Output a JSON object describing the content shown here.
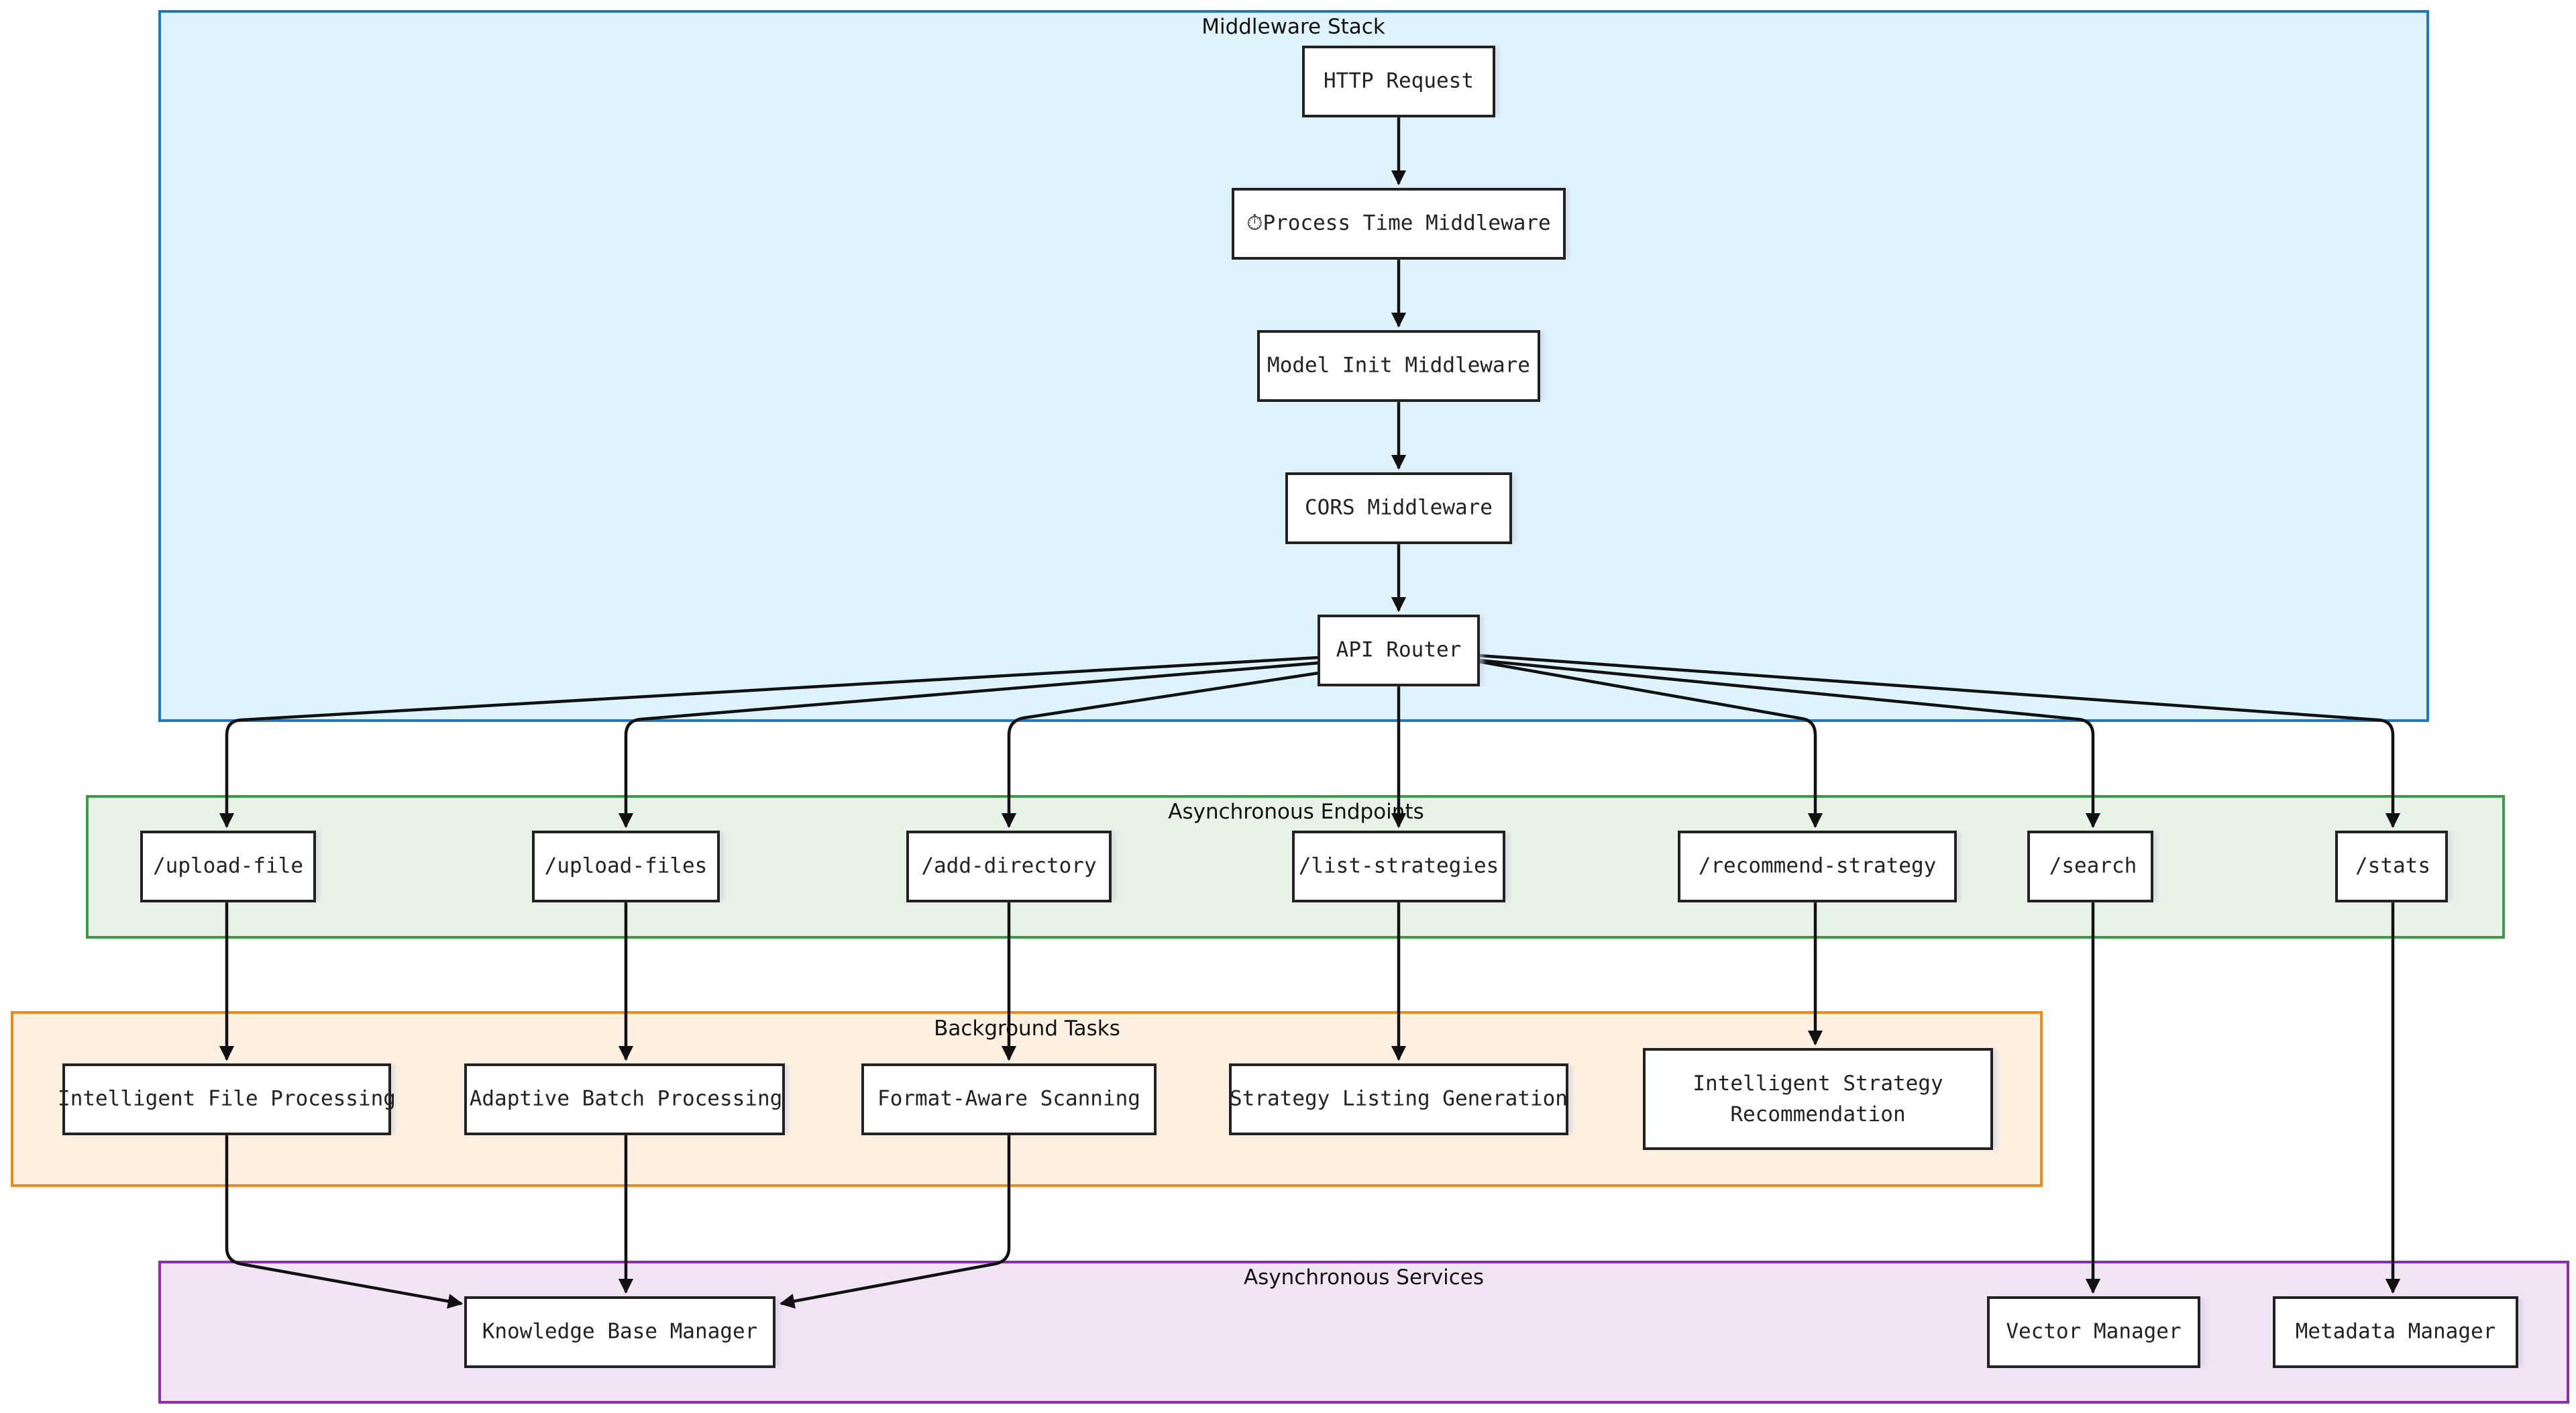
{
  "groups": [
    {
      "id": "middleware",
      "title": "Middleware Stack",
      "fill": "#dff3fc",
      "stroke": "#1f78c1"
    },
    {
      "id": "endpoints",
      "title": "Asynchronous Endpoints",
      "fill": "#e8f3e8",
      "stroke": "#3a9a45"
    },
    {
      "id": "background",
      "title": "Background Tasks",
      "fill": "#fdf0e0",
      "stroke": "#ee8a1c"
    },
    {
      "id": "services",
      "title": "Asynchronous Services",
      "fill": "#f2e3f5",
      "stroke": "#8a2fa8"
    }
  ],
  "nodes": {
    "http": {
      "label": "HTTP Request"
    },
    "ptm": {
      "label": "⏱Process Time Middleware"
    },
    "mim": {
      "label": "Model Init Middleware"
    },
    "cors": {
      "label": "CORS Middleware"
    },
    "router": {
      "label": "API Router"
    },
    "ep_upload_file": {
      "label": "/upload-file"
    },
    "ep_upload_files": {
      "label": "/upload-files"
    },
    "ep_add_directory": {
      "label": "/add-directory"
    },
    "ep_list_strategies": {
      "label": "/list-strategies"
    },
    "ep_recommend": {
      "label": "/recommend-strategy"
    },
    "ep_search": {
      "label": "/search"
    },
    "ep_stats": {
      "label": "/stats"
    },
    "bt_file": {
      "label": "Intelligent File Processing"
    },
    "bt_batch": {
      "label": "Adaptive Batch Processing"
    },
    "bt_scan": {
      "label": "Format-Aware Scanning"
    },
    "bt_list": {
      "label": "Strategy Listing Generation"
    },
    "bt_recommend": {
      "label": "Intelligent Strategy Recommendation"
    },
    "svc_kb": {
      "label": "Knowledge Base Manager"
    },
    "svc_vector": {
      "label": "Vector Manager"
    },
    "svc_meta": {
      "label": "Metadata Manager"
    }
  },
  "edges": [
    {
      "from": "HTTP Request",
      "to": "⏱Process Time Middleware"
    },
    {
      "from": "⏱Process Time Middleware",
      "to": "Model Init Middleware"
    },
    {
      "from": "Model Init Middleware",
      "to": "CORS Middleware"
    },
    {
      "from": "CORS Middleware",
      "to": "API Router"
    },
    {
      "from": "API Router",
      "to": "/upload-file"
    },
    {
      "from": "API Router",
      "to": "/upload-files"
    },
    {
      "from": "API Router",
      "to": "/add-directory"
    },
    {
      "from": "API Router",
      "to": "/list-strategies"
    },
    {
      "from": "API Router",
      "to": "/recommend-strategy"
    },
    {
      "from": "API Router",
      "to": "/search"
    },
    {
      "from": "API Router",
      "to": "/stats"
    },
    {
      "from": "/upload-file",
      "to": "Intelligent File Processing"
    },
    {
      "from": "/upload-files",
      "to": "Adaptive Batch Processing"
    },
    {
      "from": "/add-directory",
      "to": "Format-Aware Scanning"
    },
    {
      "from": "/list-strategies",
      "to": "Strategy Listing Generation"
    },
    {
      "from": "/recommend-strategy",
      "to": "Intelligent Strategy Recommendation"
    },
    {
      "from": "/search",
      "to": "Vector Manager"
    },
    {
      "from": "/stats",
      "to": "Metadata Manager"
    },
    {
      "from": "Intelligent File Processing",
      "to": "Knowledge Base Manager"
    },
    {
      "from": "Adaptive Batch Processing",
      "to": "Knowledge Base Manager"
    },
    {
      "from": "Format-Aware Scanning",
      "to": "Knowledge Base Manager"
    }
  ]
}
